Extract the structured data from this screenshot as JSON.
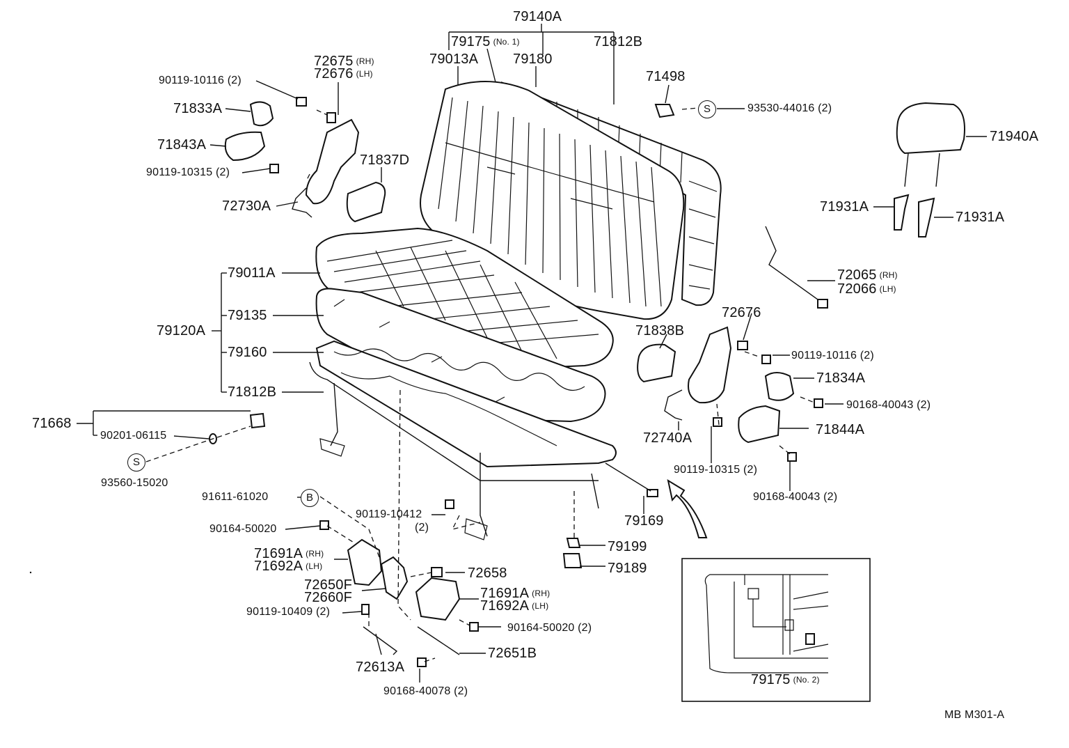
{
  "diagram": {
    "code": "MB  M301-A",
    "symbols": {
      "s": "S",
      "b": "B"
    },
    "labels": {
      "p79140A": "79140A",
      "p79175n1": "79175",
      "p79175n1_sfx": "(No. 1)",
      "p79013A": "79013A",
      "p79180": "79180",
      "p71812B_top": "71812B",
      "p72675": "72675",
      "p72675_sfx": "(RH)",
      "p72676_top": "72676",
      "p72676_top_sfx": "(LH)",
      "p90119_10116_a": "90119-10116 (2)",
      "p71833A": "71833A",
      "p71843A": "71843A",
      "p90119_10315_a": "90119-10315 (2)",
      "p71837D": "71837D",
      "p72730A": "72730A",
      "p71498": "71498",
      "p93530": "93530-44016 (2)",
      "p71940A": "71940A",
      "p71931A_l": "71931A",
      "p71931A_r": "71931A",
      "p79011A": "79011A",
      "p79135": "79135",
      "p79120A": "79120A",
      "p79160": "79160",
      "p71812B_mid": "71812B",
      "p72065": "72065",
      "p72065_sfx": "(RH)",
      "p72066": "72066",
      "p72066_sfx": "(LH)",
      "p72676_r": "72676",
      "p71838B": "71838B",
      "p90119_10116_b": "90119-10116 (2)",
      "p71834A": "71834A",
      "p90168_40043_a": "90168-40043 (2)",
      "p71844A": "71844A",
      "p72740A": "72740A",
      "p90119_10315_b": "90119-10315 (2)",
      "p90168_40043_b": "90168-40043 (2)",
      "p71668": "71668",
      "p90201": "90201-06115",
      "p93560": "93560-15020",
      "p91611": "91611-61020",
      "p90164_a": "90164-50020",
      "p90119_10412": "90119-10412",
      "p90119_10412_qty": "(2)",
      "p79169": "79169",
      "p71691A_l": "71691A",
      "p71691A_l_sfx": "(RH)",
      "p71692A_l": "71692A",
      "p71692A_l_sfx": "(LH)",
      "p79199": "79199",
      "p79189": "79189",
      "p72658": "72658",
      "p72650F": "72650F",
      "p72660F": "72660F",
      "p71691A_r": "71691A",
      "p71691A_r_sfx": "(RH)",
      "p71692A_r": "71692A",
      "p71692A_r_sfx": "(LH)",
      "p90119_10409": "90119-10409 (2)",
      "p90164_b": "90164-50020 (2)",
      "p72651B": "72651B",
      "p72613A": "72613A",
      "p90168_40078": "90168-40078 (2)",
      "p79175n2": "79175",
      "p79175n2_sfx": "(No. 2)"
    }
  }
}
